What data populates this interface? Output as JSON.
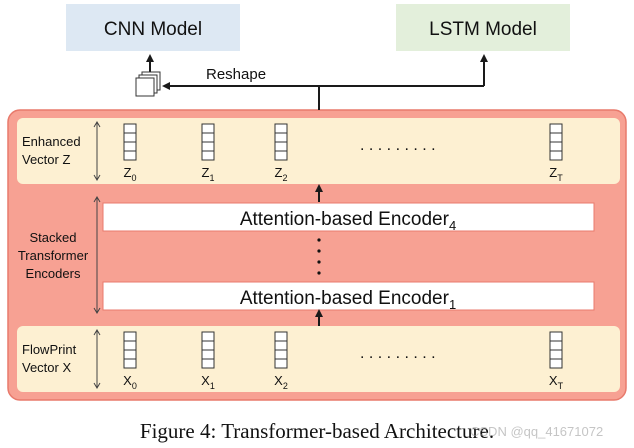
{
  "colors": {
    "cnn_box": "#dde8f3",
    "lstm_box": "#e3efdb",
    "outer_box": "#f7a193",
    "outer_border": "#e87a6c",
    "row_fill": "#fdf0d2",
    "arrow": "#1a1a1a"
  },
  "models": {
    "cnn": "CNN Model",
    "lstm": "LSTM Model"
  },
  "reshape_label": "Reshape",
  "enhanced": {
    "label_line1": "Enhanced",
    "label_line2": "Vector Z",
    "subscripts": [
      "0",
      "1",
      "2",
      "T"
    ],
    "letter": "Z",
    "dots": ". . . . . . . . ."
  },
  "flowprint": {
    "label_line1": "FlowPrint",
    "label_line2": "Vector X",
    "subscripts": [
      "0",
      "1",
      "2",
      "T"
    ],
    "letter": "X",
    "dots": ". . . . . . . . ."
  },
  "stacked": {
    "line1": "Stacked",
    "line2": "Transformer",
    "line3": "Encoders"
  },
  "encoders": {
    "top_text": "Attention-based Encoder",
    "top_sub": "4",
    "bottom_text": "Attention-based Encoder",
    "bottom_sub": "1"
  },
  "caption": "Figure 4: Transformer-based Architecture.",
  "watermark": "CSDN @qq_41671072"
}
